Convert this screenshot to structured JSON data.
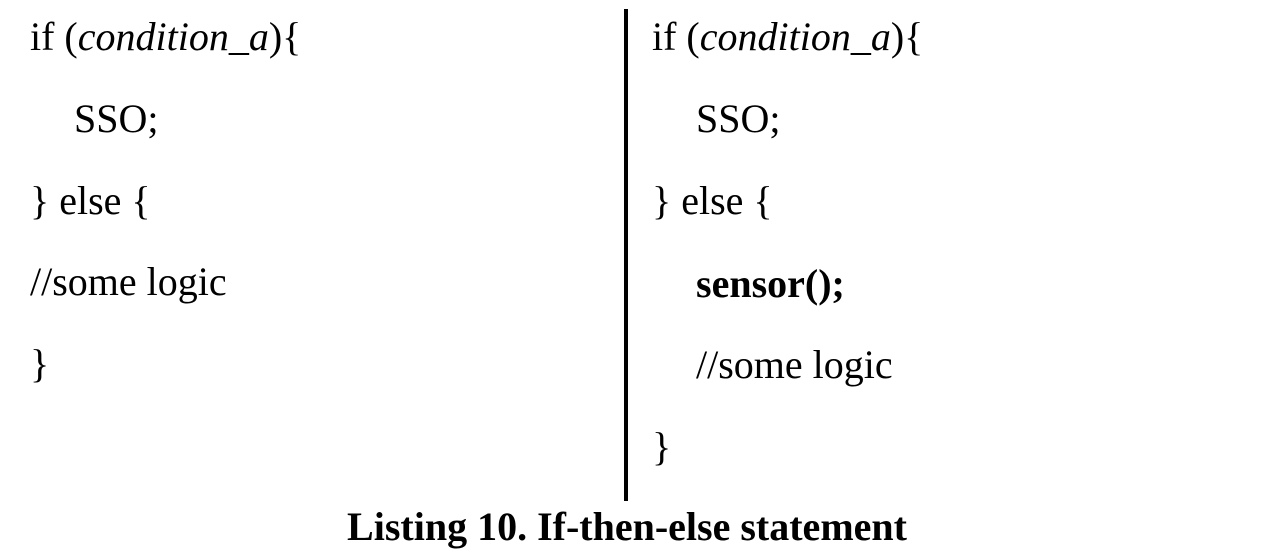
{
  "left_listing": {
    "lines": [
      {
        "prefix": "if (",
        "condition": "condition_a",
        "suffix": "){"
      },
      {
        "text": "SSO;"
      },
      {
        "text": "} else {"
      },
      {
        "text": "//some logic"
      },
      {
        "text": "}"
      }
    ]
  },
  "right_listing": {
    "lines": [
      {
        "prefix": "if (",
        "condition": "condition_a",
        "suffix": "){"
      },
      {
        "text": "SSO;"
      },
      {
        "text": "} else {"
      },
      {
        "text": "sensor();"
      },
      {
        "text": "//some logic"
      },
      {
        "text": "}"
      }
    ]
  },
  "caption": "Listing 10. If-then-else statement"
}
